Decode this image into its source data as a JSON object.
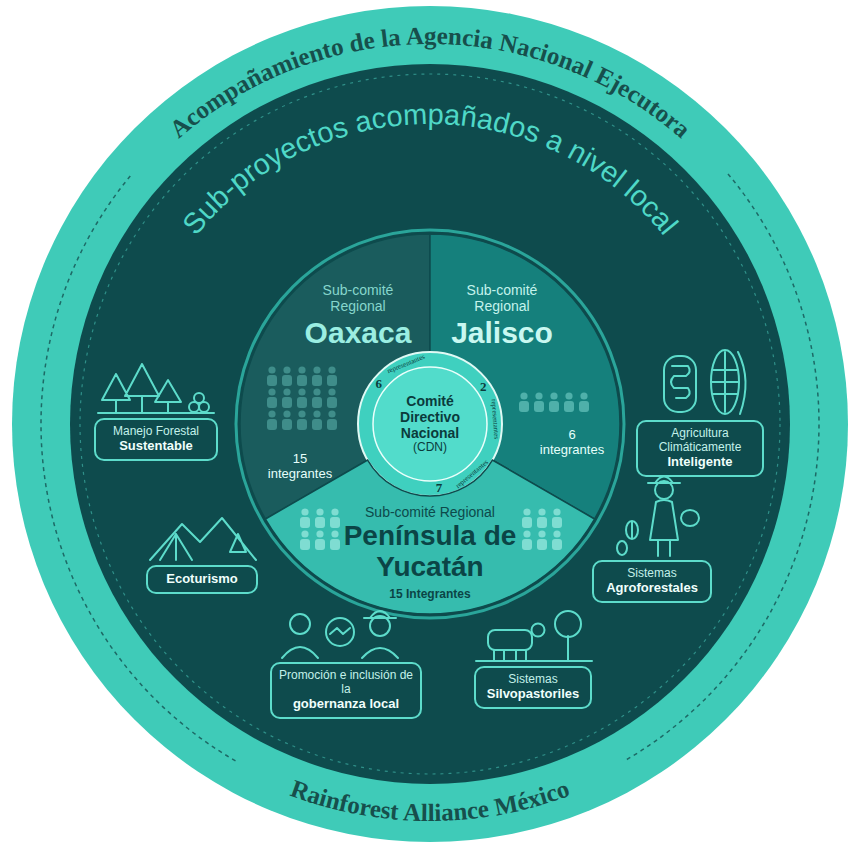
{
  "diagram": {
    "nodes": [
      {
        "text": [
          "Acompañamiento de la Agencia Nacional Ejecutora",
          "Rainforest Alliance México"
        ]
      },
      {
        "text": [
          "Sub-proyectos acompañados a nivel local"
        ],
        "in": 0
      },
      {
        "text": [
          "Sub-comité Regional",
          "Oaxaca",
          "15 integrantes"
        ],
        "in": 1
      },
      {
        "text": [
          "Sub-comité Regional",
          "Jalisco",
          "6 integrantes"
        ],
        "in": 1
      },
      {
        "text": [
          "Comité Directivo Nacional",
          "(CDN)"
        ],
        "in": 1
      },
      {
        "text": [
          "Sub-comité Regional",
          "Península de Yucatán",
          "15 Integrantes"
        ],
        "in": 1
      },
      {
        "text": [
          "Manejo Forestal",
          "Sustentable"
        ],
        "in": 1
      },
      {
        "text": [
          "Agricultura Climáticamente",
          "Inteligente"
        ],
        "in": 1
      },
      {
        "text": [
          "Ecoturismo"
        ],
        "in": 1
      },
      {
        "text": [
          "Sistemas",
          "Agroforestales"
        ],
        "in": 1
      },
      {
        "text": [
          "Promoción e inclusión de la",
          "gobernanza local"
        ],
        "in": 1
      },
      {
        "text": [
          "Sistemas",
          "Silvopastoriles"
        ],
        "in": 1
      }
    ],
    "labels": [
      "6",
      "representantes",
      "2",
      "representantes",
      "7",
      "representantes"
    ]
  }
}
